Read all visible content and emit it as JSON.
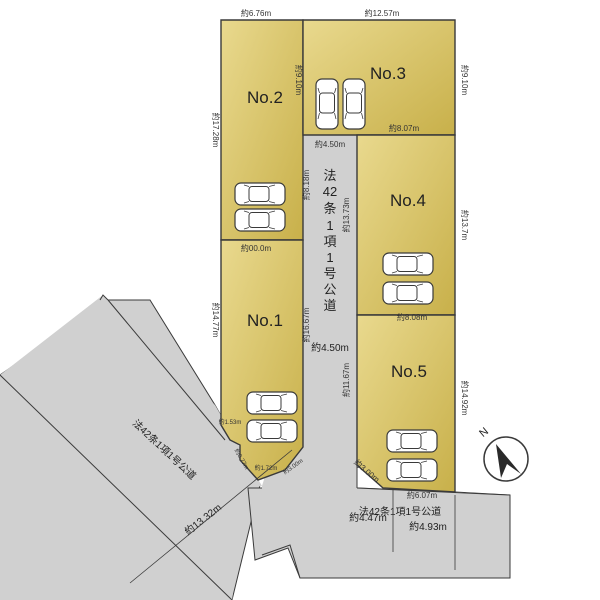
{
  "lots": {
    "no1": {
      "name": "No.1"
    },
    "no2": {
      "name": "No.2"
    },
    "no3": {
      "name": "No.3"
    },
    "no4": {
      "name": "No.4"
    },
    "no5": {
      "name": "No.5"
    }
  },
  "roads": {
    "central_vertical": [
      "法",
      "42",
      "条",
      "1",
      "項",
      "1",
      "号",
      "公",
      "道"
    ],
    "diagonal_left": "法42条1項1号公道",
    "bottom_right": "法42条1項1号公道"
  },
  "dims": {
    "top_no2_width": "約6.76m",
    "top_no3_width": "約12.57m",
    "no2_left": "約17.28m",
    "no3_inner_left": "約9.10m",
    "no3_right": "約9.10m",
    "no3_bottom": "約8.07m",
    "road_top_width": "約4.50m",
    "no2_right": "約8.18m",
    "no4_left": "約13.73m",
    "no4_right": "約13.7m",
    "no1_top": "約00.0m",
    "no4_bottom": "約8.08m",
    "no1_left": "約14.77m",
    "no1_right": "約16.67m",
    "road_mid_width": "約4.50m",
    "no5_left": "約11.67m",
    "no5_right": "約14.92m",
    "no1_corner_a": "約1.53m",
    "no1_corner_b": "約0.77m",
    "no1_corner_c": "約1.72m",
    "no1_corner_d": "約3.00m",
    "no5_corner": "約3.00m",
    "no5_bottom": "約6.07m",
    "left_road_length": "約13.32m",
    "road_bottom_left": "約4.47m",
    "road_bottom_right": "約4.93m"
  },
  "north": {
    "label": "N"
  },
  "colors": {
    "lot_fill": "#D9C46A",
    "road_fill": "#D0D0D0",
    "line": "#3A3A3A"
  }
}
